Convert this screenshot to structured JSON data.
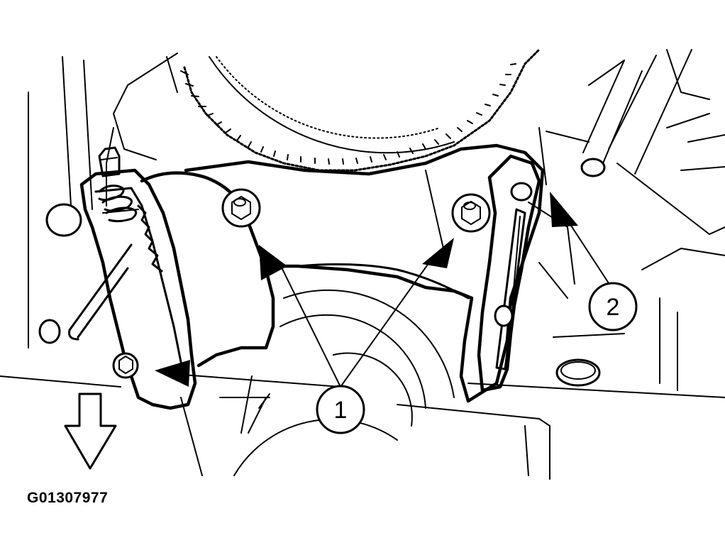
{
  "figure": {
    "id_label": "G01307977"
  },
  "callouts": [
    {
      "number": "1"
    },
    {
      "number": "2"
    }
  ],
  "icons": {
    "direction_arrow": "down-arrow-icon"
  }
}
